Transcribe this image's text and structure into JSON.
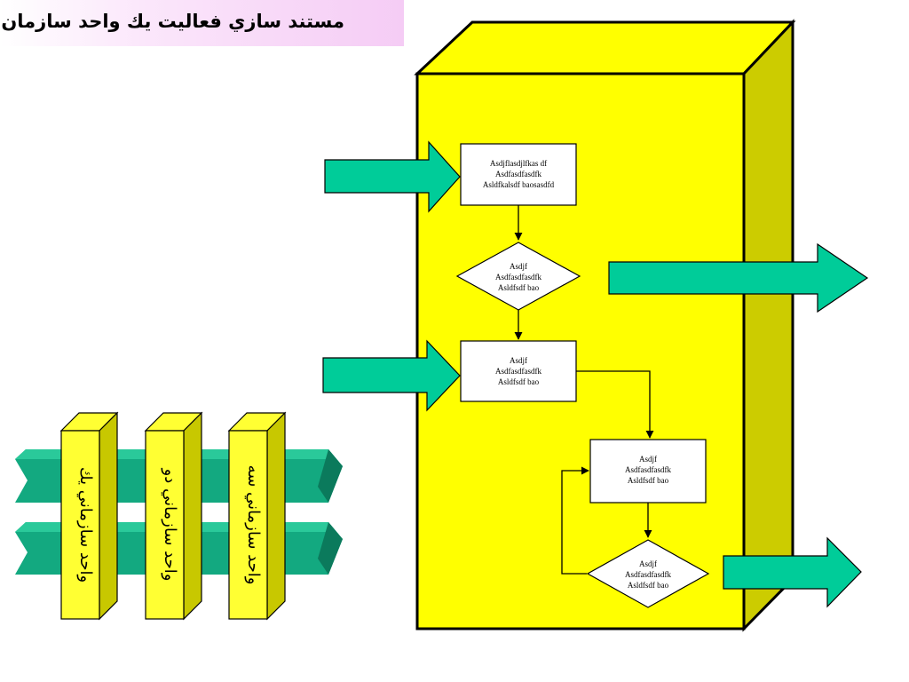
{
  "title": "مستند سازي فعاليت يك واحد سازمان",
  "flow": {
    "box1": [
      "Asdjflasdjlfkas df",
      "Asdfasdfasdfk",
      "Asldfkalsdf baosasdfd"
    ],
    "diamond1": [
      "Asdjf",
      "Asdfasdfasdfk",
      "Asldfsdf bao"
    ],
    "box2": [
      "Asdjf",
      "Asdfasdfasdfk",
      "Asldfsdf bao"
    ],
    "box3": [
      "Asdjf",
      "Asdfasdfasdfk",
      "Asldfsdf bao"
    ],
    "diamond2": [
      "Asdjf",
      "Asdfasdfasdfk",
      "Asldfsdf bao"
    ]
  },
  "units": [
    "واحد سازماني يك",
    "واحد سازماني دو",
    "واحد سازماني سه"
  ],
  "colors": {
    "cube_front": "#ffff00",
    "cube_side": "#cccc00",
    "arrow": "#00cc99",
    "ribbon_light": "#13a980",
    "ribbon_dark": "#0b7a5c",
    "pillar": "#ffff33",
    "pillar_side": "#c8c800"
  }
}
